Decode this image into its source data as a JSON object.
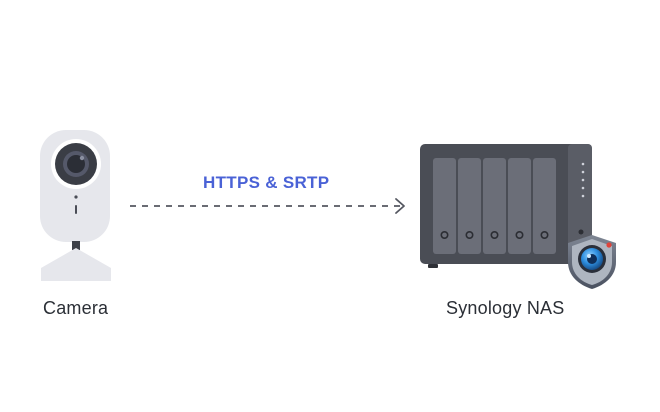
{
  "nodes": {
    "camera": {
      "label": "Camera",
      "icon": "security-camera-icon"
    },
    "nas": {
      "label": "Synology NAS",
      "icon": "nas-server-icon",
      "badge_icon": "surveillance-shield-badge-icon"
    }
  },
  "connection": {
    "label": "HTTPS & SRTP",
    "style": "dashed-arrow",
    "label_color": "#4a62d6"
  }
}
